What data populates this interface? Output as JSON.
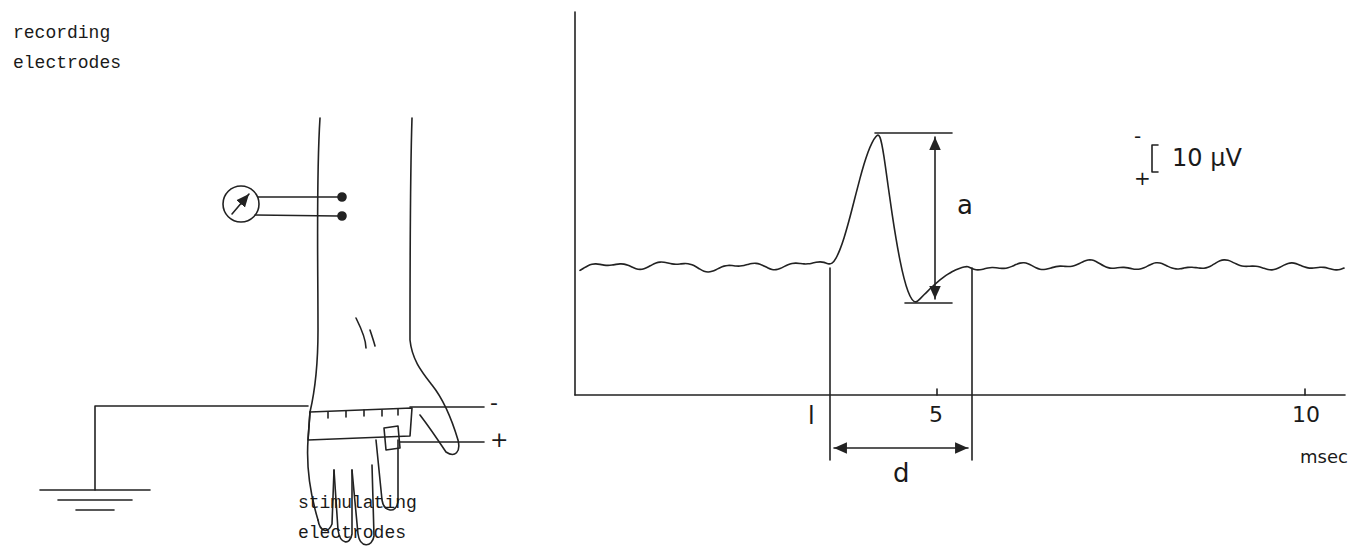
{
  "diagram": {
    "labels": [
      "recording electrodes",
      "stimulating electrodes",
      "-",
      "+",
      "-",
      "+",
      "10 μV",
      "a",
      "l",
      "5",
      "10",
      "msec",
      "d"
    ]
  }
}
